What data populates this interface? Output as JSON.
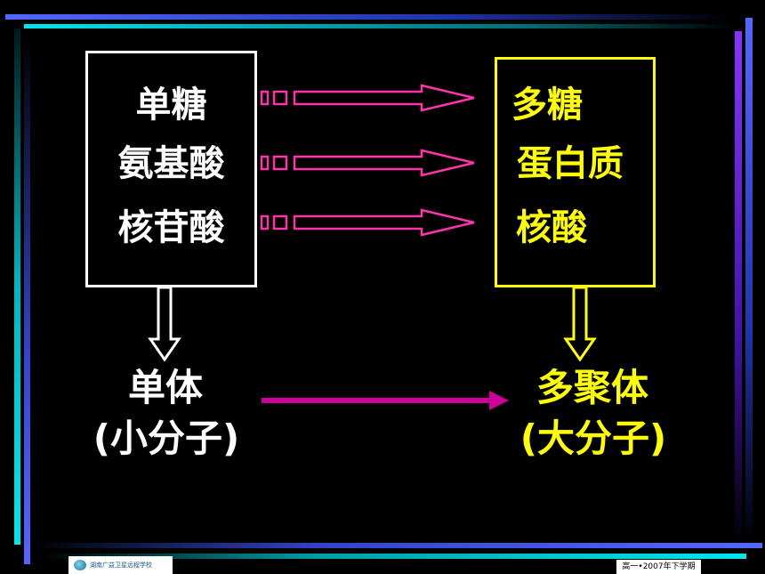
{
  "monomers": [
    "单糖",
    "氨基酸",
    "核苷酸"
  ],
  "polymers": [
    "多糖",
    "蛋白质",
    "核酸"
  ],
  "left_label": {
    "line1": "单体",
    "line2": "(小分子)"
  },
  "right_label": {
    "line1": "多聚体",
    "line2": "(大分子)"
  },
  "footer": {
    "school": "湖南广益卫星远程学校",
    "term": "高一•2007年下学期"
  },
  "colors": {
    "background": "#000000",
    "left_text": "#ffffff",
    "right_text": "#ffff00",
    "transform_arrows": "#ff33aa",
    "main_arrow": "#cc0099",
    "frame_cyan": "#00e5ee",
    "frame_blue": "#5566ff",
    "frame_purple": "#8833ff"
  }
}
